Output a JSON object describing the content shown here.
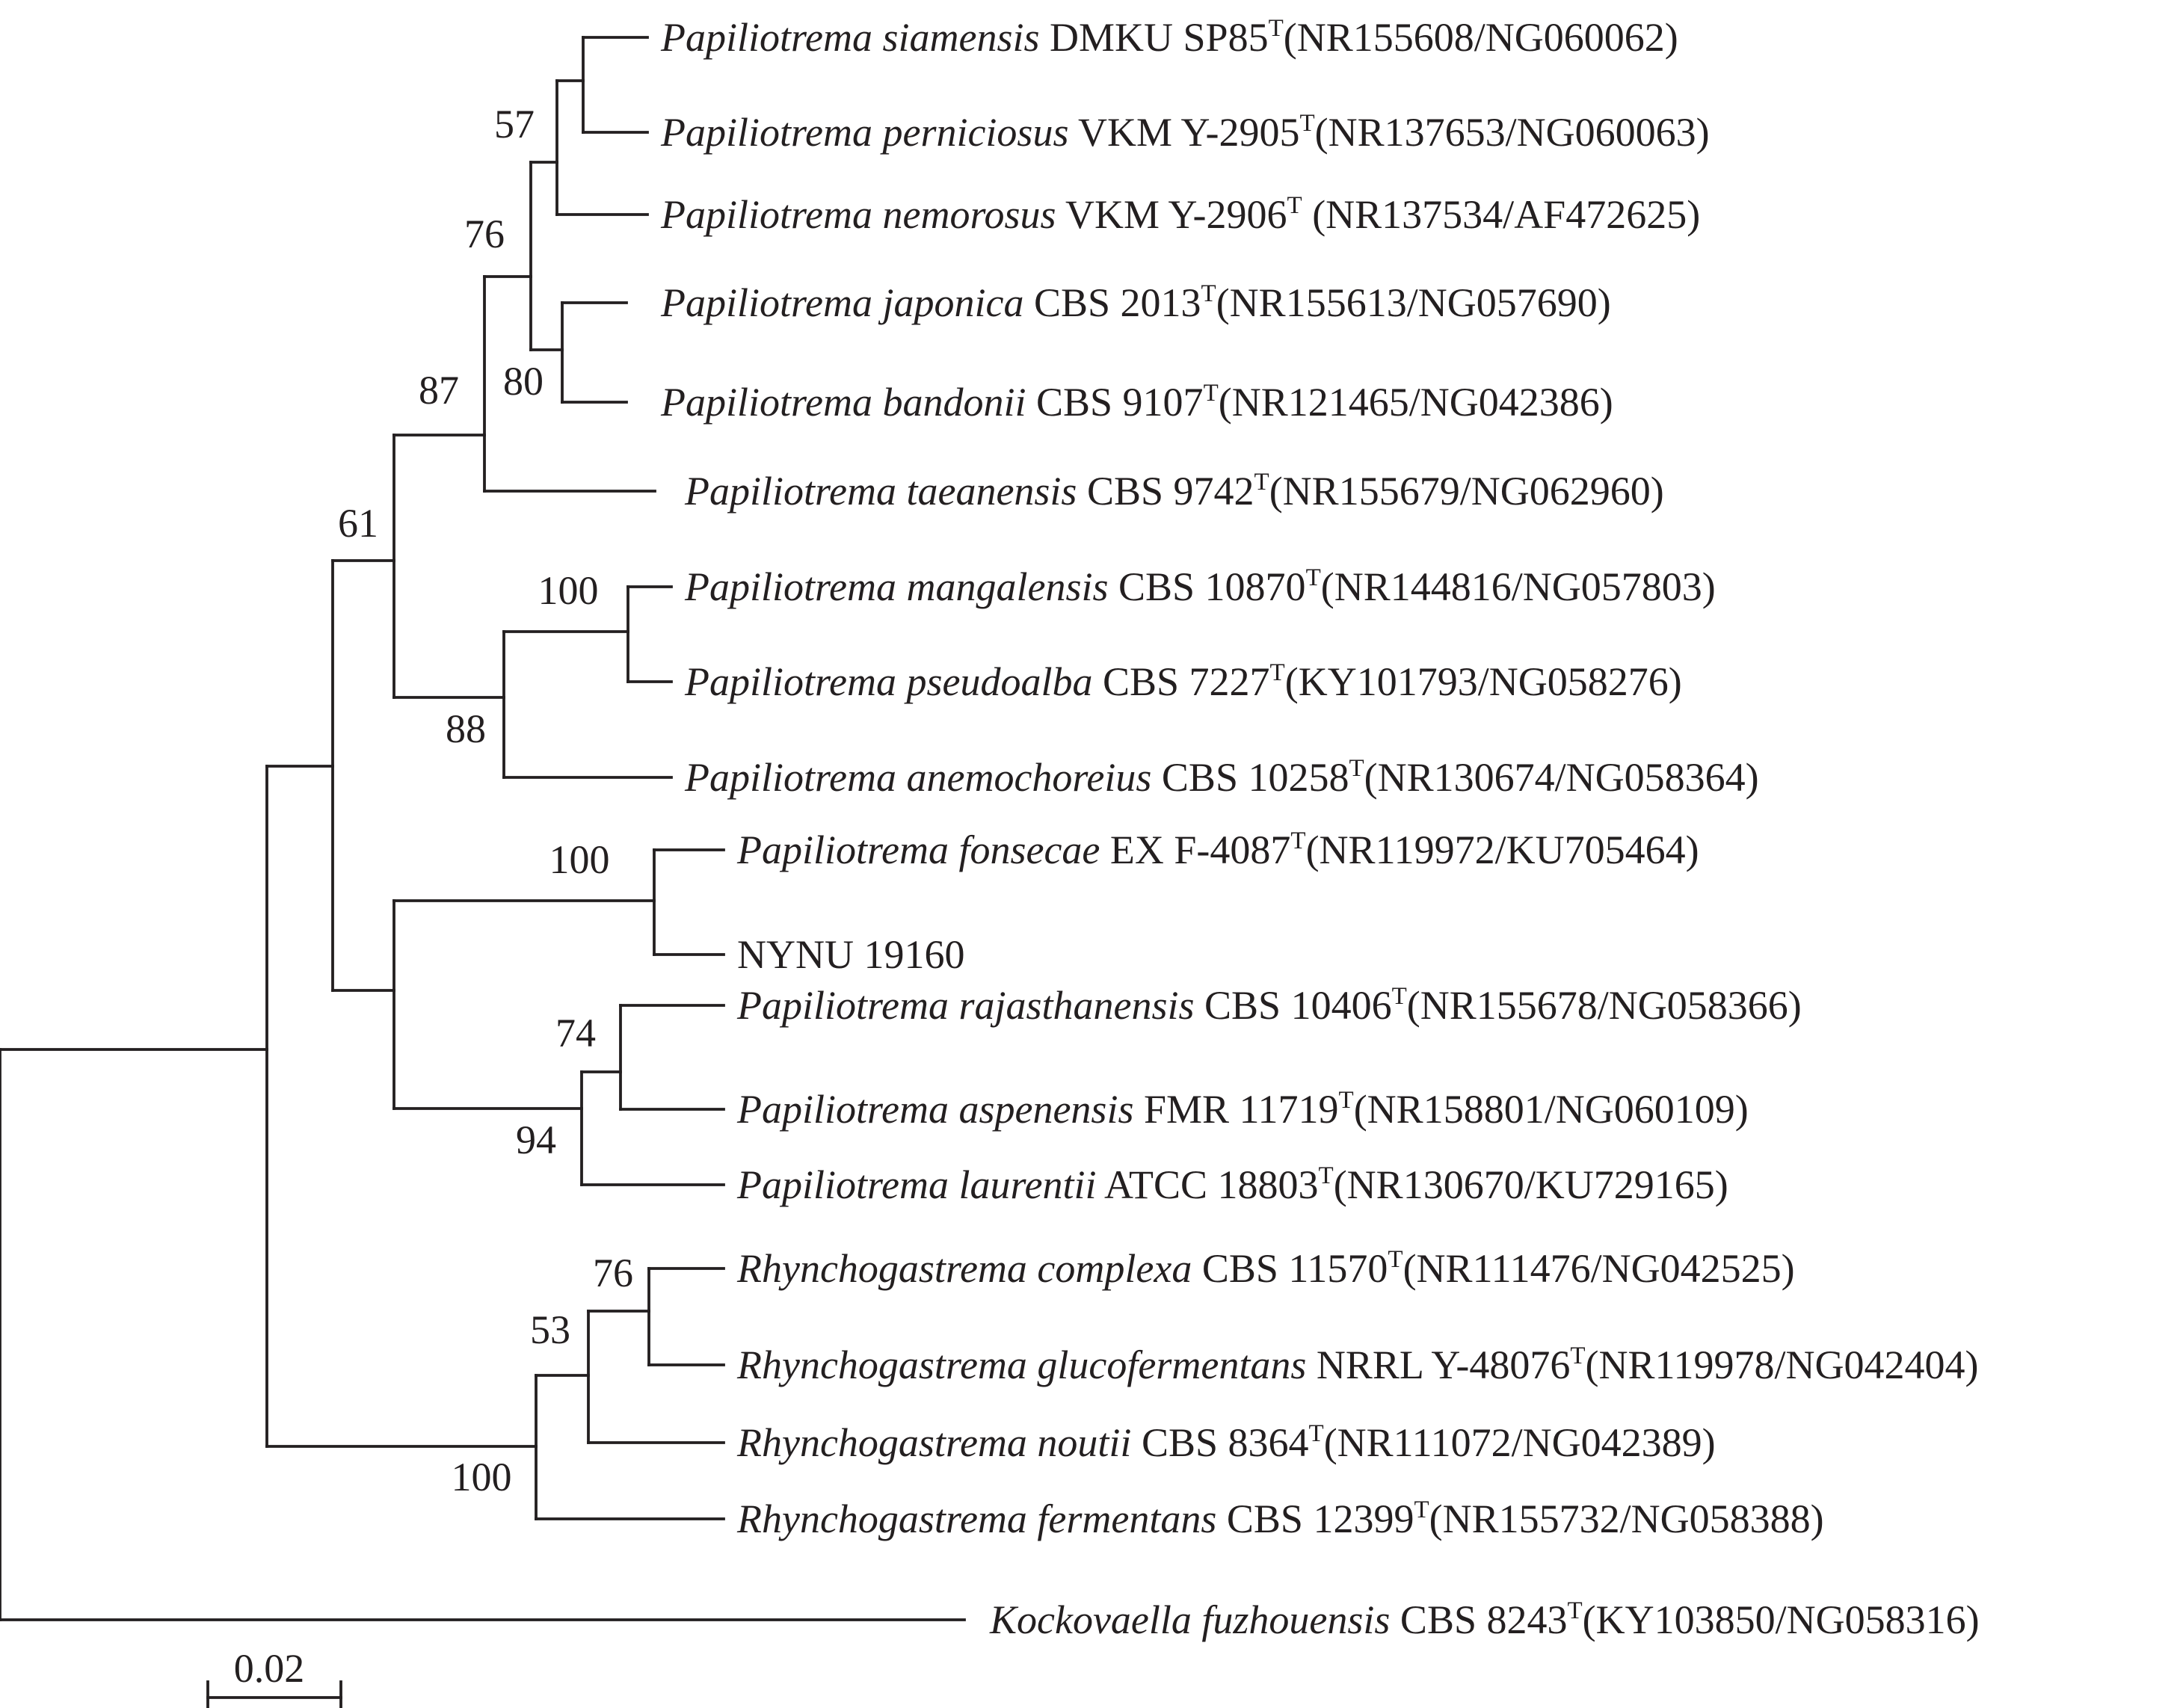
{
  "figure": {
    "type": "phylogenetic-tree",
    "scale_bar": {
      "label": "0.02",
      "value": 0.02
    }
  },
  "taxa": [
    {
      "id": "t1",
      "genus": "Papiliotrema",
      "species": "siamensis",
      "strain": "DMKU SP85",
      "type_mark": "T",
      "accession": "(NR155608/NG060062)"
    },
    {
      "id": "t2",
      "genus": "Papiliotrema",
      "species": "perniciosus",
      "strain": "VKM Y-2905",
      "type_mark": "T",
      "accession": "(NR137653/NG060063)"
    },
    {
      "id": "t3",
      "genus": "Papiliotrema",
      "species": "nemorosus",
      "strain": "VKM Y-2906",
      "type_mark": "T",
      "accession": " (NR137534/AF472625)"
    },
    {
      "id": "t4",
      "genus": "Papiliotrema",
      "species": "japonica",
      "strain": "CBS 2013",
      "type_mark": "T",
      "accession": "(NR155613/NG057690)"
    },
    {
      "id": "t5",
      "genus": "Papiliotrema",
      "species": "bandonii",
      "strain": "CBS 9107",
      "type_mark": "T",
      "accession": "(NR121465/NG042386)"
    },
    {
      "id": "t6",
      "genus": "Papiliotrema",
      "species": "taeanensis",
      "strain": "CBS 9742",
      "type_mark": "T",
      "accession": "(NR155679/NG062960)"
    },
    {
      "id": "t7",
      "genus": "Papiliotrema",
      "species": "mangalensis",
      "strain": "CBS 10870",
      "type_mark": "T",
      "accession": "(NR144816/NG057803)"
    },
    {
      "id": "t8",
      "genus": "Papiliotrema",
      "species": "pseudoalba",
      "strain": "CBS 7227",
      "type_mark": "T",
      "accession": "(KY101793/NG058276)"
    },
    {
      "id": "t9",
      "genus": "Papiliotrema",
      "species": "anemochoreius",
      "strain": "CBS 10258",
      "type_mark": "T",
      "accession": "(NR130674/NG058364)"
    },
    {
      "id": "t10",
      "genus": "Papiliotrema",
      "species": "fonsecae",
      "strain": "EX F-4087",
      "type_mark": "T",
      "accession": "(NR119972/KU705464)"
    },
    {
      "id": "t11",
      "genus": "",
      "species": "",
      "strain": "NYNU 19160",
      "type_mark": "",
      "accession": ""
    },
    {
      "id": "t12",
      "genus": "Papiliotrema",
      "species": "rajasthanensis",
      "strain": "CBS 10406",
      "type_mark": "T",
      "accession": "(NR155678/NG058366)"
    },
    {
      "id": "t13",
      "genus": "Papiliotrema",
      "species": "aspenensis",
      "strain": "FMR 11719",
      "type_mark": "T",
      "accession": "(NR158801/NG060109)"
    },
    {
      "id": "t14",
      "genus": "Papiliotrema",
      "species": "laurentii",
      "strain": "ATCC 18803",
      "type_mark": "T",
      "accession": "(NR130670/KU729165)"
    },
    {
      "id": "t15",
      "genus": "Rhynchogastrema",
      "species": "complexa",
      "strain": "CBS 11570",
      "type_mark": "T",
      "accession": "(NR111476/NG042525)"
    },
    {
      "id": "t16",
      "genus": "Rhynchogastrema",
      "species": "glucofermentans",
      "strain": "NRRL Y-48076",
      "type_mark": "T",
      "accession": "(NR119978/NG042404)"
    },
    {
      "id": "t17",
      "genus": "Rhynchogastrema",
      "species": "noutii",
      "strain": "CBS 8364",
      "type_mark": "T",
      "accession": "(NR111072/NG042389)"
    },
    {
      "id": "t18",
      "genus": "Rhynchogastrema",
      "species": "fermentans",
      "strain": "CBS 12399",
      "type_mark": "T",
      "accession": "(NR155732/NG058388)"
    },
    {
      "id": "t19",
      "genus": "Kockovaella",
      "species": "fuzhouensis",
      "strain": "CBS 8243",
      "type_mark": "T",
      "accession": "(KY103850/NG058316)"
    }
  ],
  "bootstrap_values": [
    "57",
    "76",
    "80",
    "87",
    "61",
    "100",
    "88",
    "100",
    "74",
    "94",
    "76",
    "53",
    "100"
  ]
}
